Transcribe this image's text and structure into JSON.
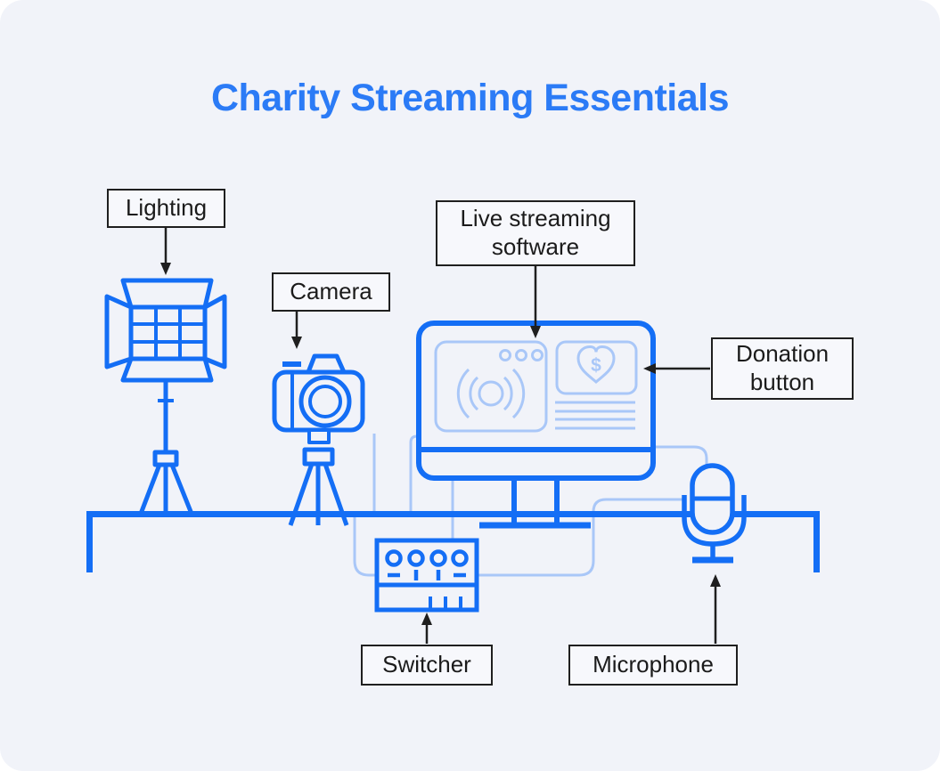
{
  "title": "Charity Streaming Essentials",
  "colors": {
    "accent_blue": "#146ef5",
    "cable_light_blue": "#a9c7f8",
    "title_blue": "#2b7bf6",
    "card_background": "#f1f3f9",
    "label_border_black": "#1f1f1f"
  },
  "labels": [
    {
      "id": "lighting",
      "text": "Lighting"
    },
    {
      "id": "camera",
      "text": "Camera"
    },
    {
      "id": "live-streaming-software",
      "text": "Live streaming software"
    },
    {
      "id": "donation-button",
      "text": "Donation button"
    },
    {
      "id": "switcher",
      "text": "Switcher"
    },
    {
      "id": "microphone",
      "text": "Microphone"
    }
  ],
  "monitor": {
    "donation_symbol": "$"
  }
}
